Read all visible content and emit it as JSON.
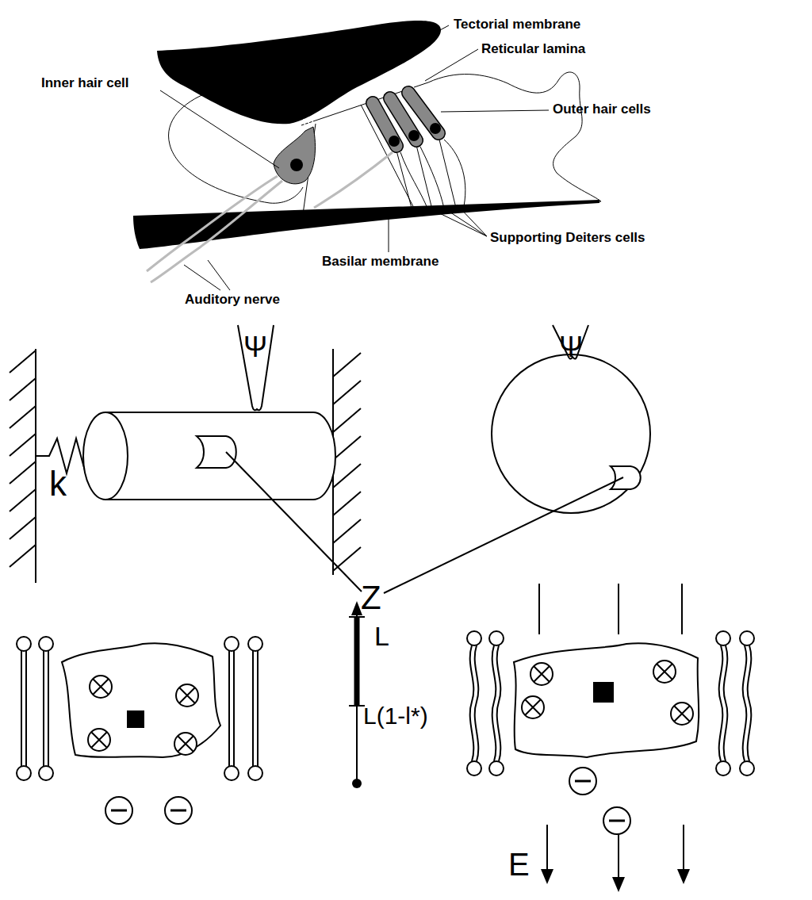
{
  "diagram": {
    "labels": [
      "Tectorial membrane",
      "Reticular lamina",
      "Inner hair cell",
      "Outer hair cells",
      "Supporting Deiters cells",
      "Basilar membrane",
      "Auditory nerve",
      "Ψ",
      "Ψ",
      "k",
      "Z",
      "L",
      "L(1-l*)",
      "E"
    ]
  }
}
